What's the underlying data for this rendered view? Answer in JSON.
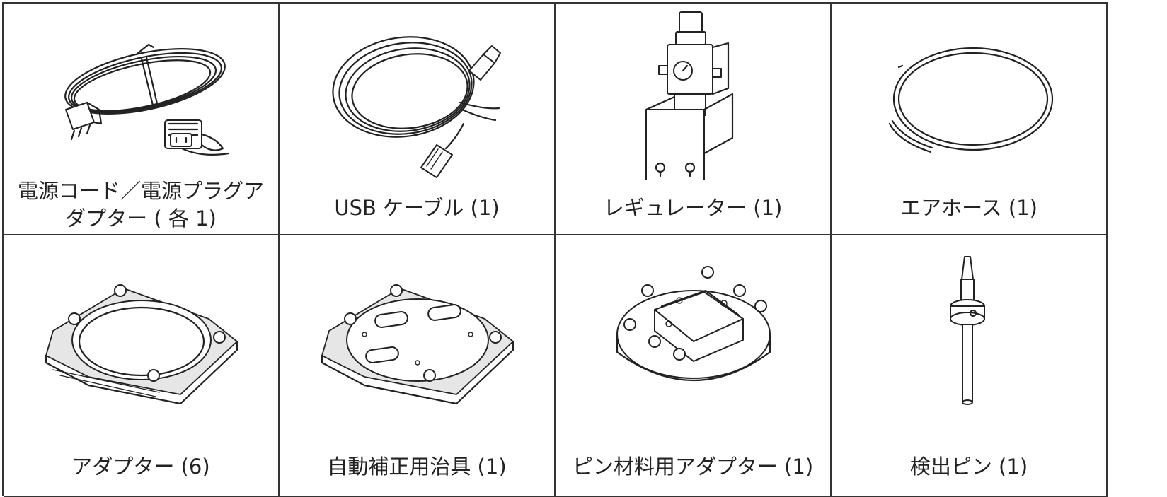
{
  "items": [
    {
      "caption": "電源コード／電源プラグア\nダプター ( 各 1)",
      "icon": "power-cord-plug-adapter-icon"
    },
    {
      "caption": "USB ケーブル (1)",
      "icon": "usb-cable-icon"
    },
    {
      "caption": "レギュレーター (1)",
      "icon": "regulator-icon"
    },
    {
      "caption": "エアホース (1)",
      "icon": "air-hose-icon"
    },
    {
      "caption": "アダプター (6)",
      "icon": "adapter-ring-icon"
    },
    {
      "caption": "自動補正用治具 (1)",
      "icon": "calibration-jig-icon"
    },
    {
      "caption": "ピン材料用アダプター (1)",
      "icon": "pin-material-adapter-icon"
    },
    {
      "caption": "検出ピン (1)",
      "icon": "detection-pin-icon"
    }
  ]
}
